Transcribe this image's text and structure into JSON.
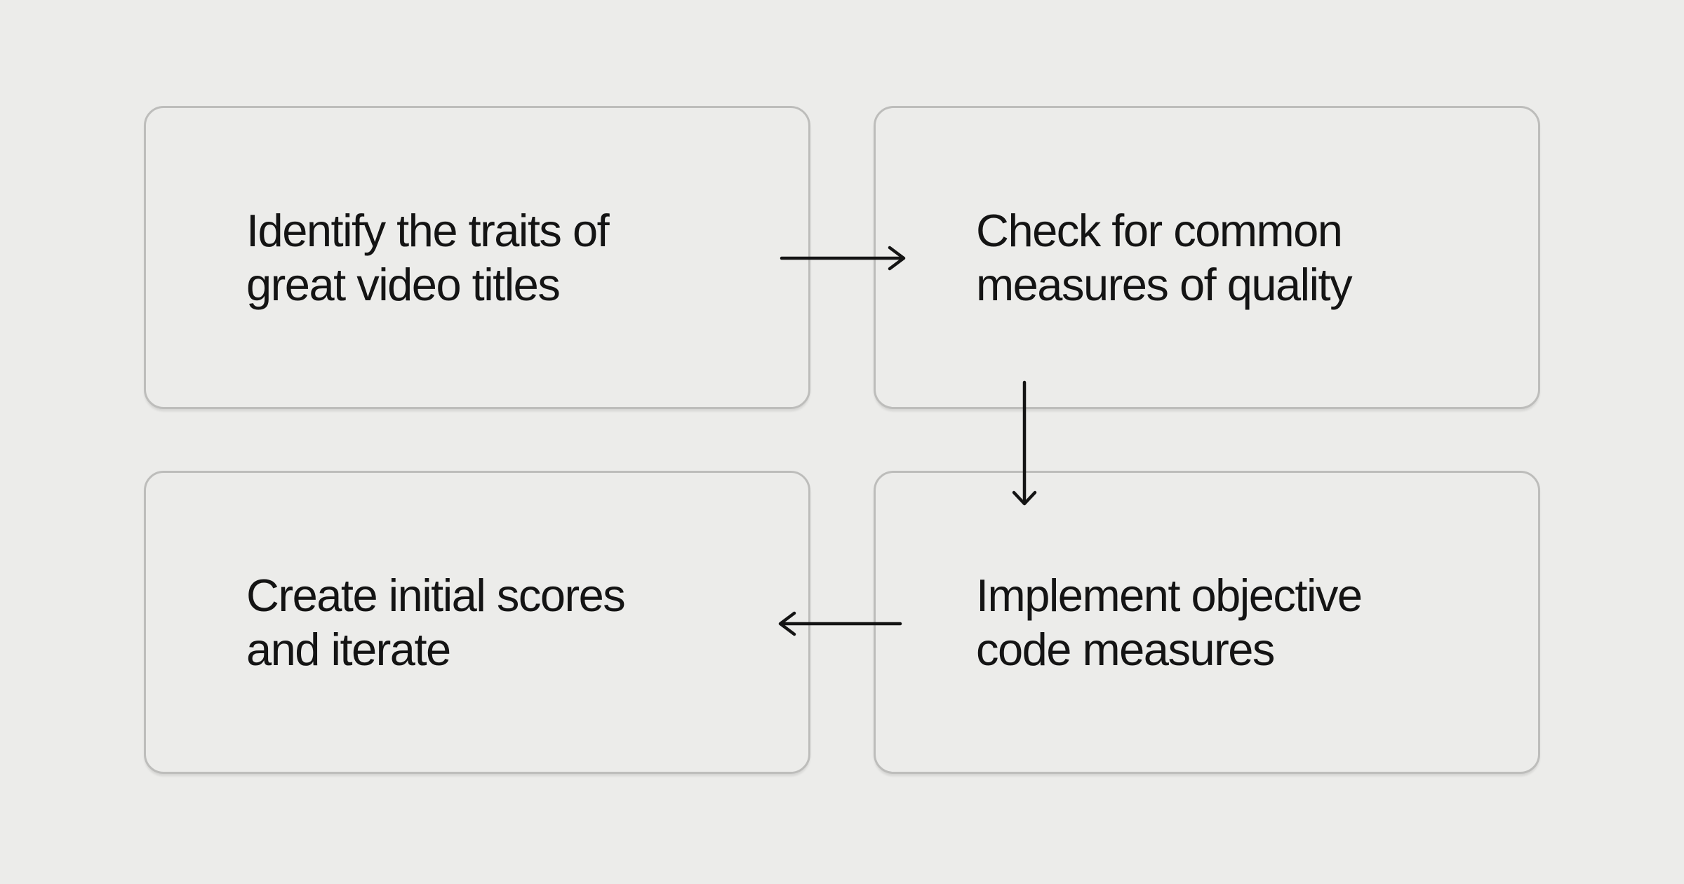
{
  "colors": {
    "background": "#ececea",
    "box_border": "#bdbdbb",
    "text": "#141414",
    "arrow": "#141414"
  },
  "diagram": {
    "title": "",
    "nodes": [
      {
        "id": "identify-traits",
        "position": "top-left",
        "label": "Identify the traits of\ngreat video titles"
      },
      {
        "id": "check-measures",
        "position": "top-right",
        "label": "Check for common\nmeasures of quality"
      },
      {
        "id": "create-scores",
        "position": "bottom-left",
        "label": "Create initial scores\nand iterate"
      },
      {
        "id": "implement-code",
        "position": "bottom-right",
        "label": "Implement objective\ncode measures"
      }
    ],
    "edges": [
      {
        "from": "identify-traits",
        "to": "check-measures",
        "direction": "right"
      },
      {
        "from": "check-measures",
        "to": "implement-code",
        "direction": "down"
      },
      {
        "from": "implement-code",
        "to": "create-scores",
        "direction": "left"
      }
    ]
  }
}
